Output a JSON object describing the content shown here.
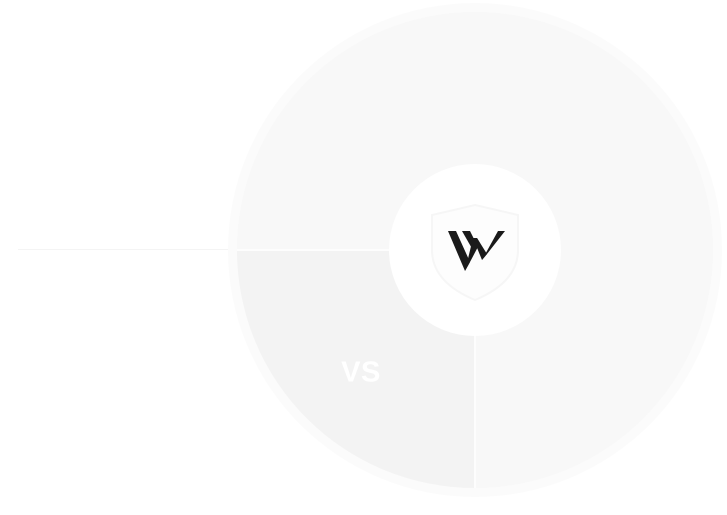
{
  "wheel": {
    "segments": [
      {
        "id": "top-left",
        "label": ""
      },
      {
        "id": "top-right",
        "label": ""
      },
      {
        "id": "bottom-left",
        "label": "VS"
      },
      {
        "id": "bottom-right",
        "label": ""
      }
    ],
    "center_logo": "brand-logo-icon"
  },
  "colors": {
    "background": "#ffffff",
    "wheel_outer_ring": "#fbfbfb",
    "wheel_fill": "#f8f8f8",
    "segment_highlight": "#f3f3f3",
    "segment_label": "#ffffff",
    "center_circle": "#ffffff",
    "logo": "#1a1a1a"
  }
}
